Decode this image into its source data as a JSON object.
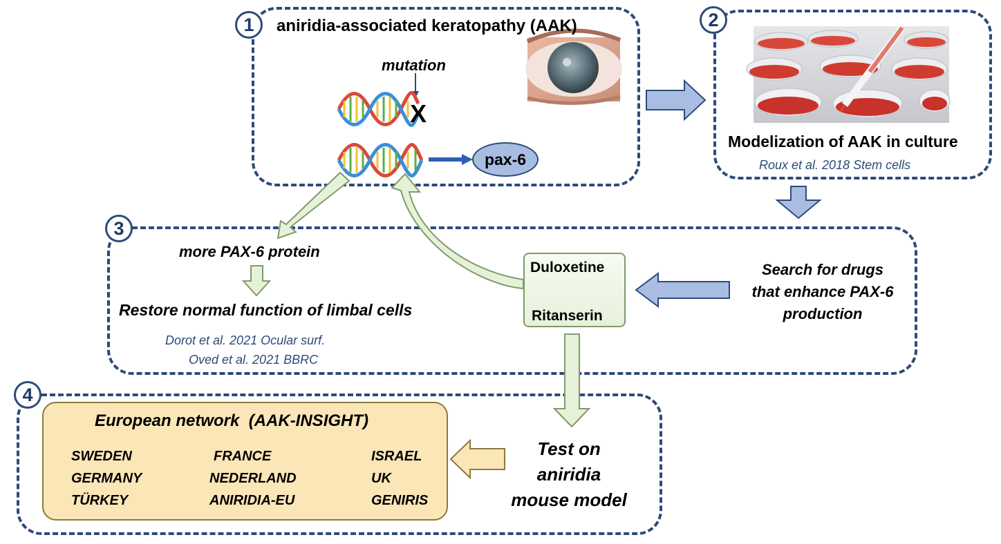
{
  "panel1": {
    "number": "1",
    "title": "aniridia-associated keratopathy (AAK)",
    "mutation_label": "mutation",
    "x_mark": "X",
    "pax_label": "pax-6",
    "eye_icon": "eye-photo-icon",
    "dna_icon": "dna-helix-icon"
  },
  "panel2": {
    "number": "2",
    "title": "Modelization of AAK in culture",
    "reference": "Roux et al. 2018 Stem cells",
    "image_icon": "petri-dish-culture-icon"
  },
  "panel3": {
    "number": "3",
    "more_protein": "more PAX-6 protein",
    "restore": "Restore normal function of limbal cells",
    "references": [
      "Dorot et al. 2021 Ocular surf.",
      "Oved et al. 2021 BBRC"
    ],
    "drugs": [
      "Duloxetine",
      "Ritanserin"
    ],
    "search_lines": [
      "Search for drugs",
      "that enhance PAX-6",
      "production"
    ]
  },
  "panel4": {
    "number": "4",
    "network_title": "European network  (AAK-INSIGHT)",
    "countries": [
      [
        "SWEDEN",
        "FRANCE",
        "ISRAEL"
      ],
      [
        "GERMANY",
        "NEDERLAND",
        "UK"
      ],
      [
        "TÜRKEY",
        "ANIRIDIA-EU",
        "GENIRIS"
      ]
    ],
    "test_lines": [
      "Test on",
      "aniridia",
      "mouse model"
    ]
  },
  "colors": {
    "panel_border": "#2d4a78",
    "blue_arrow": "#a9bde3",
    "green_arrow": "#e6f2d8",
    "network_fill": "#fbe6b8",
    "reference_text": "#2d4a78"
  }
}
